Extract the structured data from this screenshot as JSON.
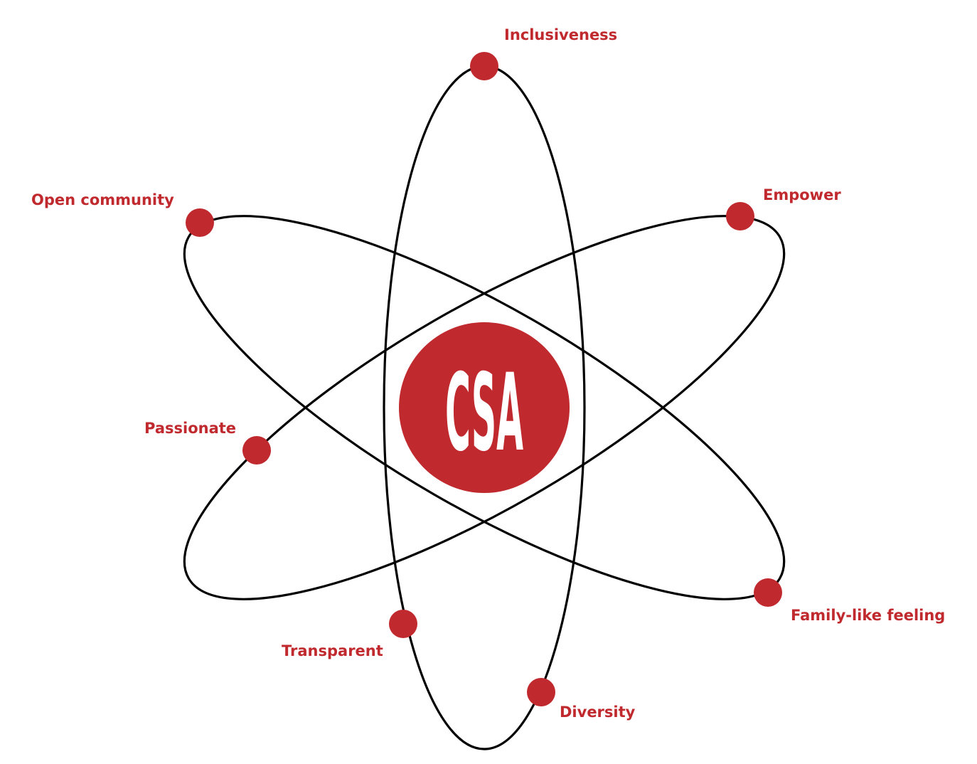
{
  "diagram": {
    "type": "atom",
    "colors": {
      "accent": "#c0292d",
      "orbit_stroke": "#000000",
      "core_text": "#ffffff",
      "background": "#ffffff"
    },
    "core": {
      "label": "CSA"
    },
    "nodes": [
      {
        "label": "Inclusiveness"
      },
      {
        "label": "Open community"
      },
      {
        "label": "Empower"
      },
      {
        "label": "Passionate"
      },
      {
        "label": "Family-like feeling"
      },
      {
        "label": "Transparent"
      },
      {
        "label": "Diversity"
      }
    ]
  }
}
